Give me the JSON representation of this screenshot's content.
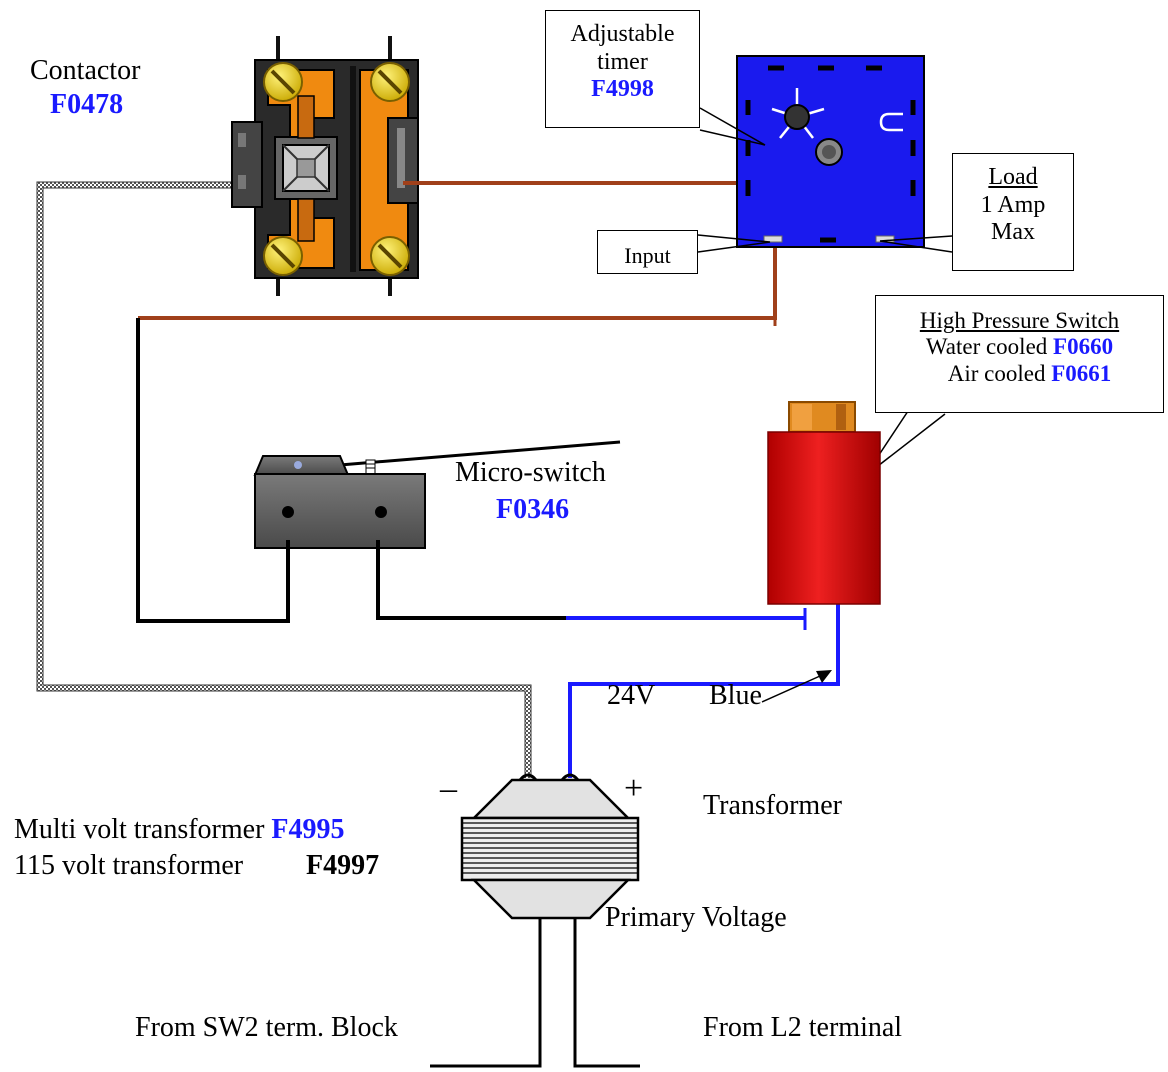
{
  "contactor": {
    "name": "Contactor",
    "code": "F0478"
  },
  "timer": {
    "line1": "Adjustable",
    "line2": "timer",
    "code": "F4998"
  },
  "input_label": "Input",
  "load": {
    "line1": "Load",
    "line2": "1 Amp",
    "line3": "Max"
  },
  "hps": {
    "title": "High Pressure Switch",
    "water_label": "Water cooled",
    "water_code": "F0660",
    "air_label": "Air cooled",
    "air_code": "F0661"
  },
  "microswitch": {
    "name": "Micro-switch",
    "code": "F0346"
  },
  "voltage_label": "24V",
  "wire_color_label": "Blue",
  "minus_sign": "–",
  "plus_sign": "+",
  "transformer_label": "Transformer",
  "multi_volt": {
    "label": "Multi volt transformer",
    "code": "F4995"
  },
  "volt_115": {
    "label": "115 volt transformer",
    "code": "F4997"
  },
  "primary_voltage_label": "Primary Voltage",
  "from_sw2_label": "From SW2 term. Block",
  "from_l2_label": "From L2 terminal",
  "colors": {
    "code_blue": "#1a1aff",
    "wire_brown": "#a0401a",
    "wire_blue": "#1a1aff",
    "timer_blue": "#1a1aee",
    "switch_red": "#d01010",
    "contactor_orange": "#f08a10"
  }
}
